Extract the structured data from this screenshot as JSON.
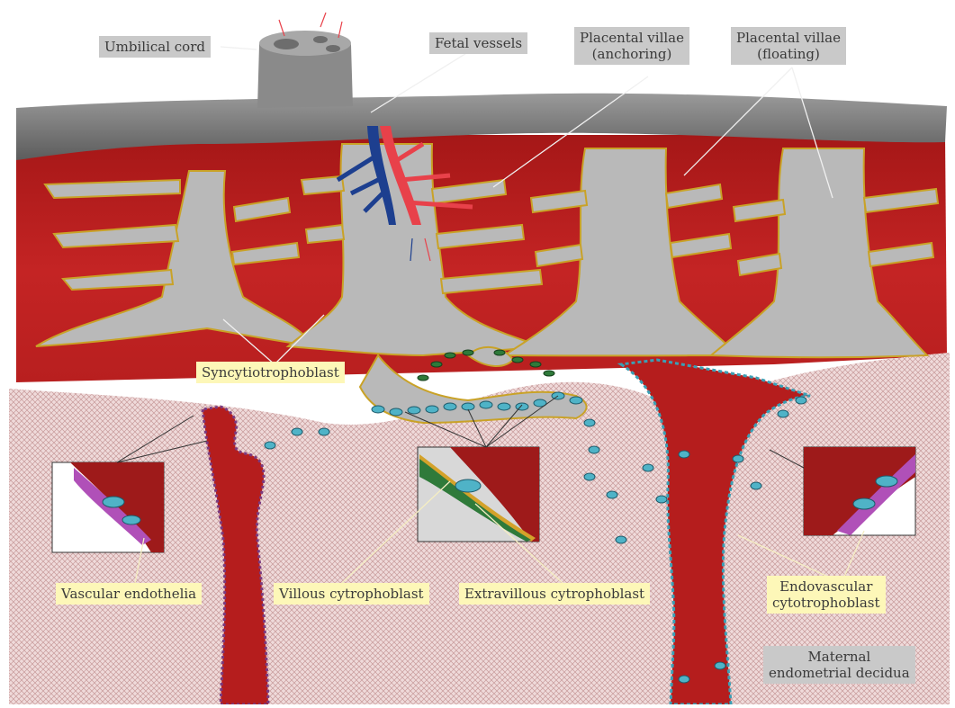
{
  "labels": {
    "umbilical_cord": "Umbilical cord",
    "fetal_vessels": "Fetal vessels",
    "villae_anchoring_1": "Placental villae",
    "villae_anchoring_2": "(anchoring)",
    "villae_floating_1": "Placental villae",
    "villae_floating_2": "(floating)",
    "syncytiotrophoblast": "Syncytiotrophoblast",
    "vascular_endothelia": "Vascular endothelia",
    "villous_cytrophoblast": "Villous cytrophoblast",
    "extravillous_cytrophoblast": "Extravillous cytrophoblast",
    "endovascular_1": "Endovascular",
    "endovascular_2": "cytotrophoblast",
    "decidua_1": "Maternal",
    "decidua_2": "endometrial decidua"
  },
  "colors": {
    "maternal_blood": "#b51d1d",
    "villi": "#b9b9b9",
    "villi_outline": "#c9a227",
    "chorionic_plate": "#777777",
    "decidua": "#ead2d2",
    "fetal_artery": "#e8414a",
    "fetal_vein": "#1d3f8f",
    "cytotrophoblast": "#4fb3c7",
    "endothelium": "#b050b8",
    "gray_label": "#c9c9c9",
    "yellow_label": "#fdf7b8"
  }
}
